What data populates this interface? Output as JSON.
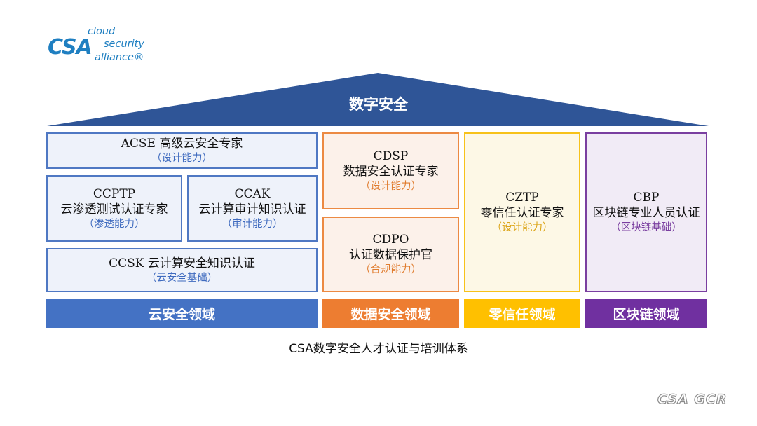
{
  "logo": {
    "mark": "CSA",
    "word1": "cloud",
    "word2": "security",
    "word3": "alliance®"
  },
  "roof_title": "数字安全",
  "cloud_domain": {
    "acse": {
      "line1": "ACSE 高级云安全专家",
      "sub": "（设计能力）"
    },
    "ccptp": {
      "line1": "CCPTP",
      "line2": "云渗透测试认证专家",
      "sub": "（渗透能力）"
    },
    "ccak": {
      "line1": "CCAK",
      "line2": "云计算审计知识认证",
      "sub": "（审计能力）"
    },
    "ccsk": {
      "line1": "CCSK 云计算安全知识认证",
      "sub": "（云安全基础）"
    },
    "label": "云安全领域",
    "color": "#4472c4"
  },
  "data_domain": {
    "cdsp": {
      "line1": "CDSP",
      "line2": "数据安全认证专家",
      "sub": "（设计能力）"
    },
    "cdpo": {
      "line1": "CDPO",
      "line2": "认证数据保护官",
      "sub": "（合规能力）"
    },
    "label": "数据安全领域",
    "color": "#ed7d31"
  },
  "zero_trust_domain": {
    "cztp": {
      "line1": "CZTP",
      "line2": "零信任认证专家",
      "sub": "（设计能力）"
    },
    "label": "零信任领域",
    "color": "#ffc000"
  },
  "blockchain_domain": {
    "cbp": {
      "line1": "CBP",
      "line2": "区块链专业人员认证",
      "sub": "（区块链基础）"
    },
    "label": "区块链领域",
    "color": "#7030a0"
  },
  "caption": "CSA数字安全人才认证与培训体系",
  "bottom_logo": "CSA GCR"
}
